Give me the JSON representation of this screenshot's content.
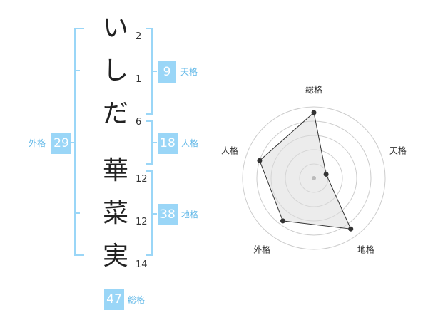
{
  "name": {
    "characters": [
      {
        "char": "い",
        "strokes": "2"
      },
      {
        "char": "し",
        "strokes": "1"
      },
      {
        "char": "だ",
        "strokes": "6"
      },
      {
        "char": "華",
        "strokes": "12"
      },
      {
        "char": "菜",
        "strokes": "12"
      },
      {
        "char": "実",
        "strokes": "14"
      }
    ]
  },
  "fortune": {
    "tenkaku": {
      "value": "9",
      "label": "天格"
    },
    "jinkaku": {
      "value": "18",
      "label": "人格"
    },
    "chikaku": {
      "value": "38",
      "label": "地格"
    },
    "gaikaku": {
      "value": "29",
      "label": "外格"
    },
    "soukaku": {
      "value": "47",
      "label": "総格"
    }
  },
  "colors": {
    "accent": "#9ad6f7",
    "label": "#63b9e8",
    "bracket": "#9ad6f7",
    "radar_fill": "#eeeeee",
    "radar_grid": "#cccccc"
  },
  "chart_data": {
    "type": "radar",
    "categories": [
      "総格",
      "天格",
      "地格",
      "外格",
      "人格"
    ],
    "values": [
      4.6,
      0.9,
      4.4,
      3.7,
      4.0
    ],
    "max": 5,
    "rings": 5
  }
}
